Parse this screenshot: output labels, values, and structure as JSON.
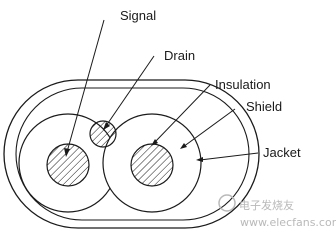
{
  "diagram": {
    "labels": {
      "signal": "Signal",
      "drain": "Drain",
      "insulation": "Insulation",
      "shield": "Shield",
      "jacket": "Jacket"
    },
    "watermark": {
      "text": "电子发烧友",
      "url": "www.elecfans.com"
    },
    "colors": {
      "stroke": "#1a1a1a",
      "hatch": "#1a1a1a",
      "background": "#ffffff",
      "watermark": "#b9b9b9"
    }
  }
}
